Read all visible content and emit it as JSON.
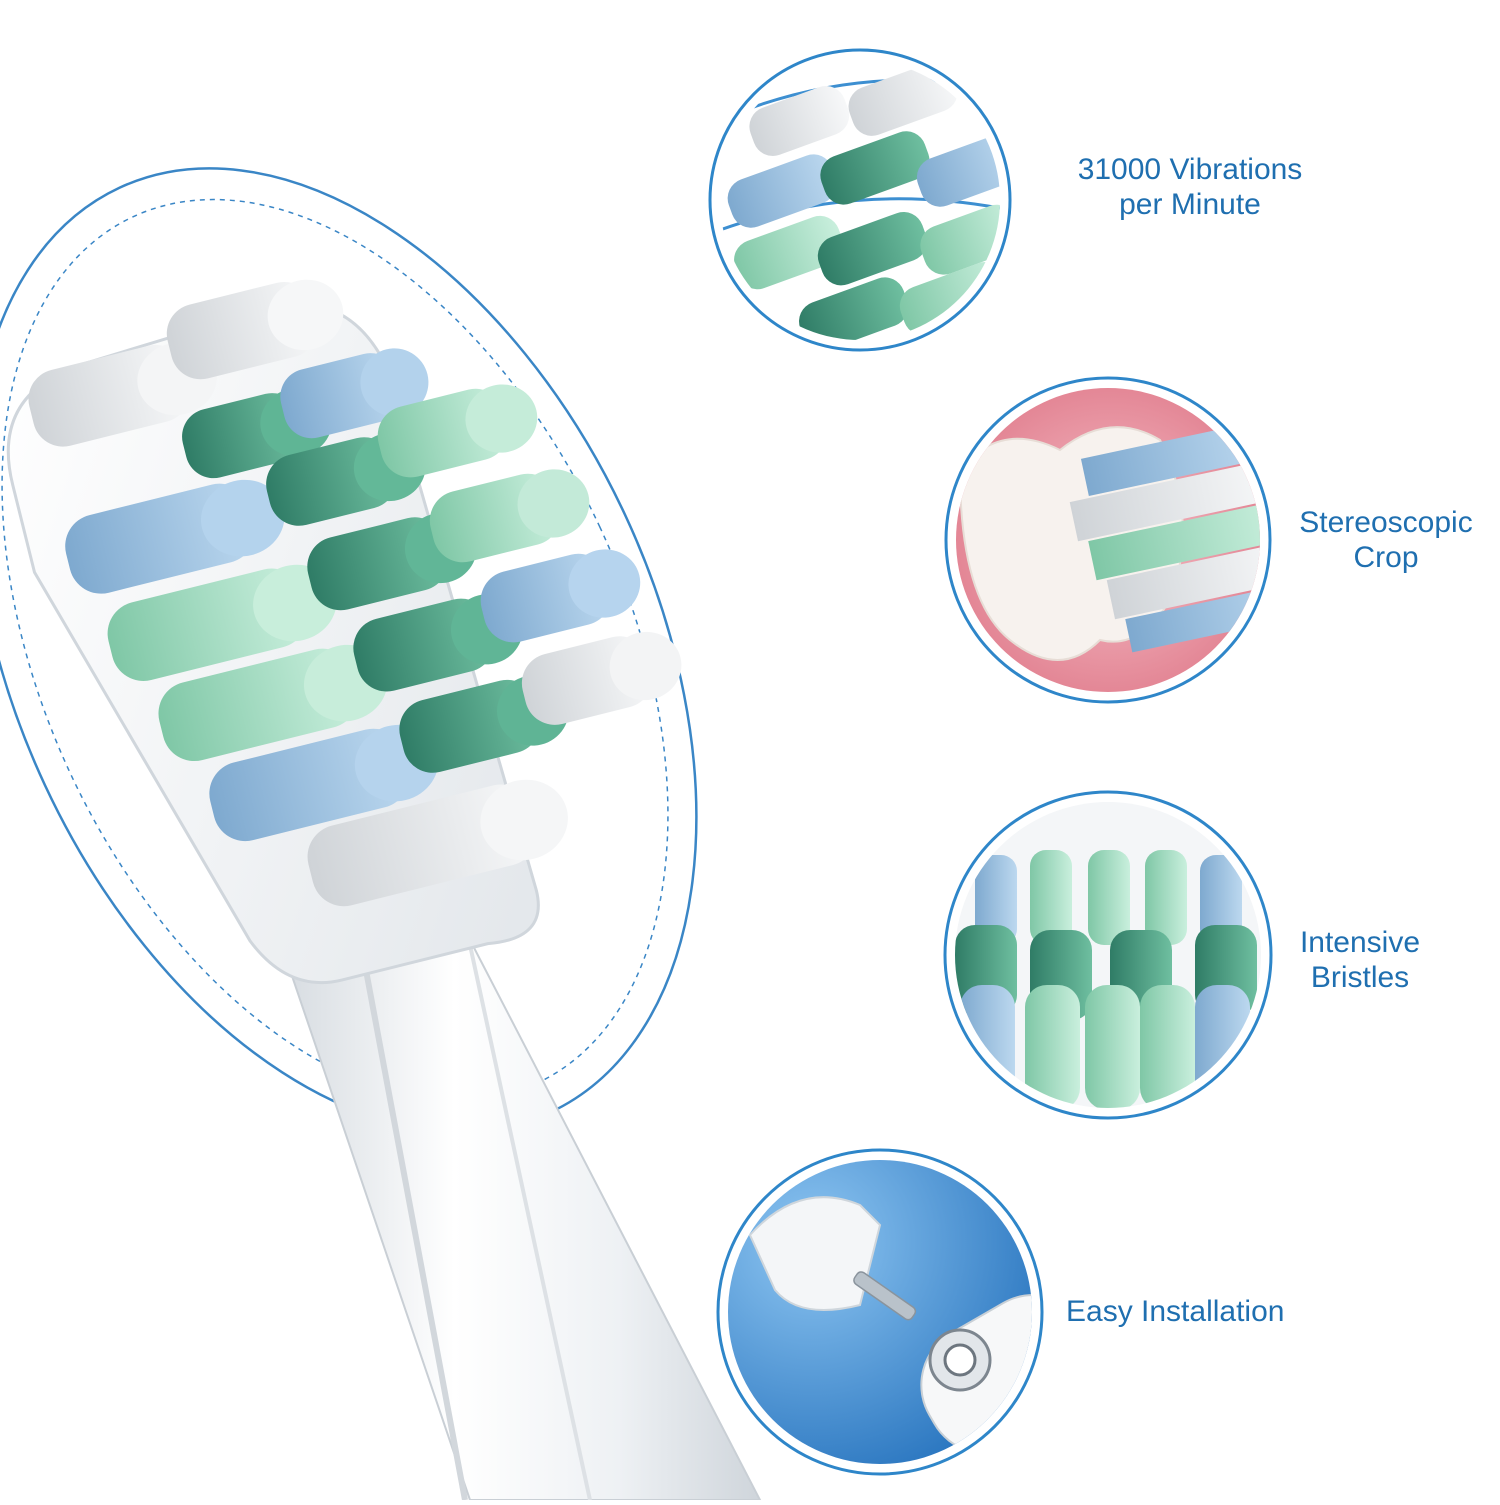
{
  "colors": {
    "accent": "#1f6fb0",
    "ring": "#2e86c9",
    "bristle_white": "#eef0f2",
    "bristle_blue": "#a9cbe8",
    "bristle_mint": "#b6e6cf",
    "bristle_green": "#5aa58c",
    "gum": "#e88a9a",
    "handle": "#f1f3f5"
  },
  "features": [
    {
      "line1": "31000 Vibrations",
      "line2": "per Minute",
      "icon": "vibration-icon"
    },
    {
      "line1": "Stereoscopic",
      "line2": "Crop",
      "icon": "tooth-icon"
    },
    {
      "line1": "Intensive",
      "line2": "Bristles",
      "icon": "bristles-icon"
    },
    {
      "line1": "Easy Installation",
      "line2": "",
      "icon": "installation-icon"
    }
  ]
}
